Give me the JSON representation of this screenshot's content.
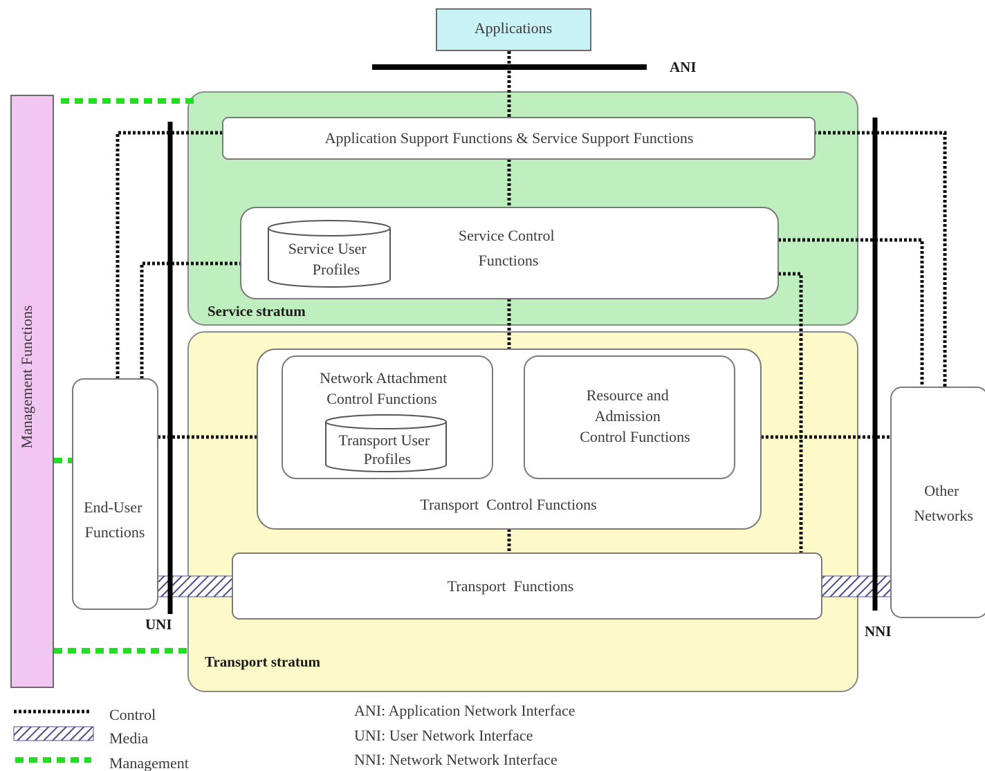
{
  "boxes": {
    "applications": "Applications",
    "management": "Management Functions",
    "app_support": "Application Support Functions & Service Support Functions",
    "service_control": [
      "Service Control",
      "Functions"
    ],
    "service_user_profiles": [
      "Service User",
      "Profiles"
    ],
    "network_attachment": [
      "Network Attachment",
      "Control Functions"
    ],
    "transport_user_profiles": [
      "Transport User",
      "Profiles"
    ],
    "resource_admission": [
      "Resource and",
      "Admission",
      "Control Functions"
    ],
    "transport_control": "Transport  Control Functions",
    "transport_functions": "Transport  Functions",
    "end_user": [
      "End-User",
      "Functions"
    ],
    "other_networks": [
      "Other",
      "Networks"
    ]
  },
  "strata": {
    "service": "Service stratum",
    "transport": "Transport stratum"
  },
  "interfaces": {
    "ani": "ANI",
    "uni": "UNI",
    "nni": "NNI"
  },
  "legend": {
    "control": "Control",
    "media": "Media",
    "management": "Management"
  },
  "definitions": {
    "ani": "ANI: Application Network Interface",
    "uni": "UNI: User Network Interface",
    "nni": "NNI: Network Network Interface"
  },
  "colors": {
    "service_stratum": "#bfeebf",
    "transport_stratum": "#fdf9c8",
    "applications": "#c9f2f6",
    "management": "#f2c6f2",
    "management_line": "#22dd22"
  }
}
